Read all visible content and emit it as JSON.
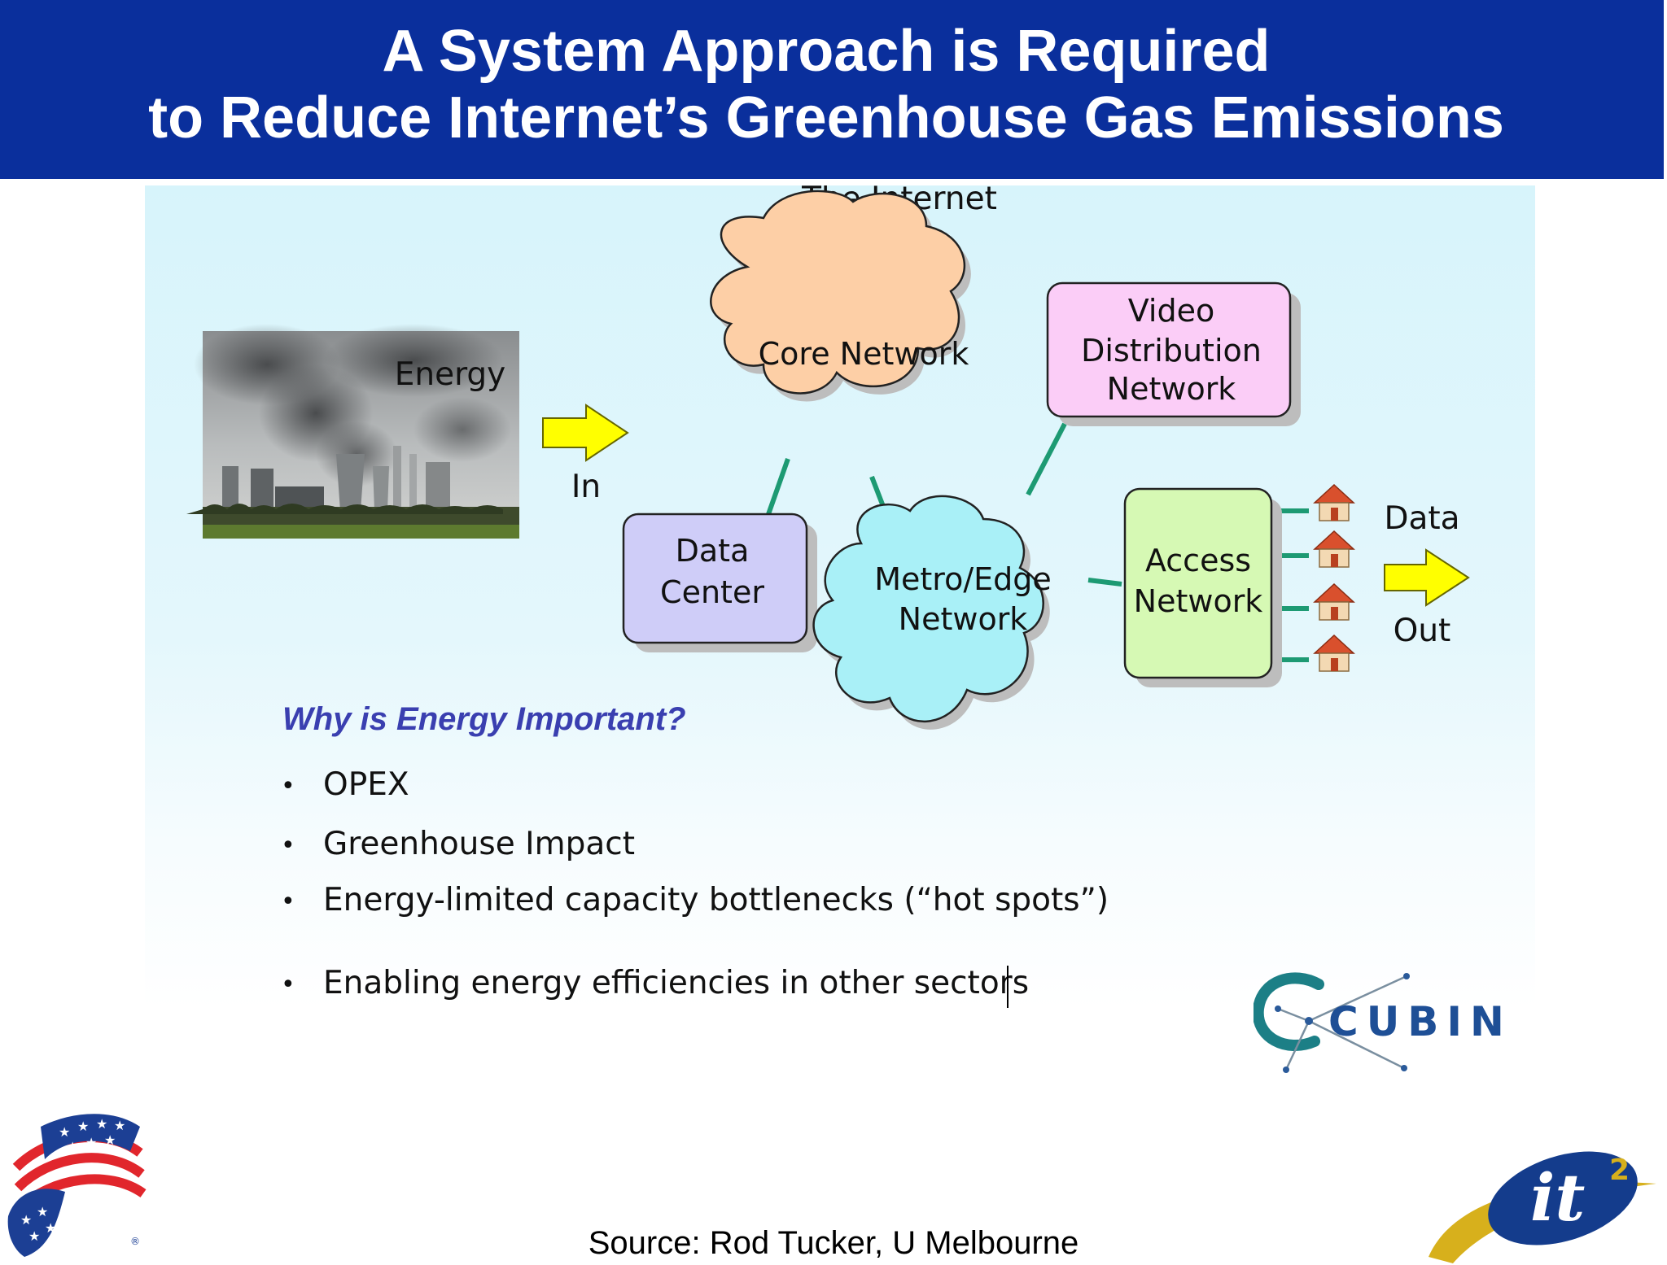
{
  "slide": {
    "title_line1": "A System Approach is Required",
    "title_line2": "to Reduce Internet’s Greenhouse Gas Emissions"
  },
  "diagram": {
    "internet_label": "The Internet",
    "energy_in": {
      "top": "Energy",
      "bottom": "In"
    },
    "data_out": {
      "top": "Data",
      "bottom": "Out"
    },
    "nodes": {
      "core": {
        "line1": "Core Network",
        "color": "#fdcfa6"
      },
      "video": {
        "line1": "Video",
        "line2": "Distribution",
        "line3": "Network",
        "color": "#fbcdf7"
      },
      "data_center": {
        "line1": "Data",
        "line2": "Center",
        "color": "#cfcdf8"
      },
      "metro": {
        "line1": "Metro/Edge",
        "line2": "Network",
        "color": "#a9f0f7"
      },
      "access": {
        "line1": "Access",
        "line2": "Network",
        "color": "#d6f9b4"
      }
    },
    "link_color": "#1d9a73",
    "arrow_color": "#ffff00"
  },
  "content": {
    "heading": "Why is Energy Important?",
    "bullets": [
      "OPEX",
      "Greenhouse Impact",
      "Energy-limited capacity bottlenecks (“hot spots”)",
      "Enabling energy efficiencies in other sectors"
    ]
  },
  "logos": {
    "cubin": "CUBIN",
    "it2": "it",
    "it2_sup": "2"
  },
  "source": "Source: Rod Tucker, U Melbourne"
}
